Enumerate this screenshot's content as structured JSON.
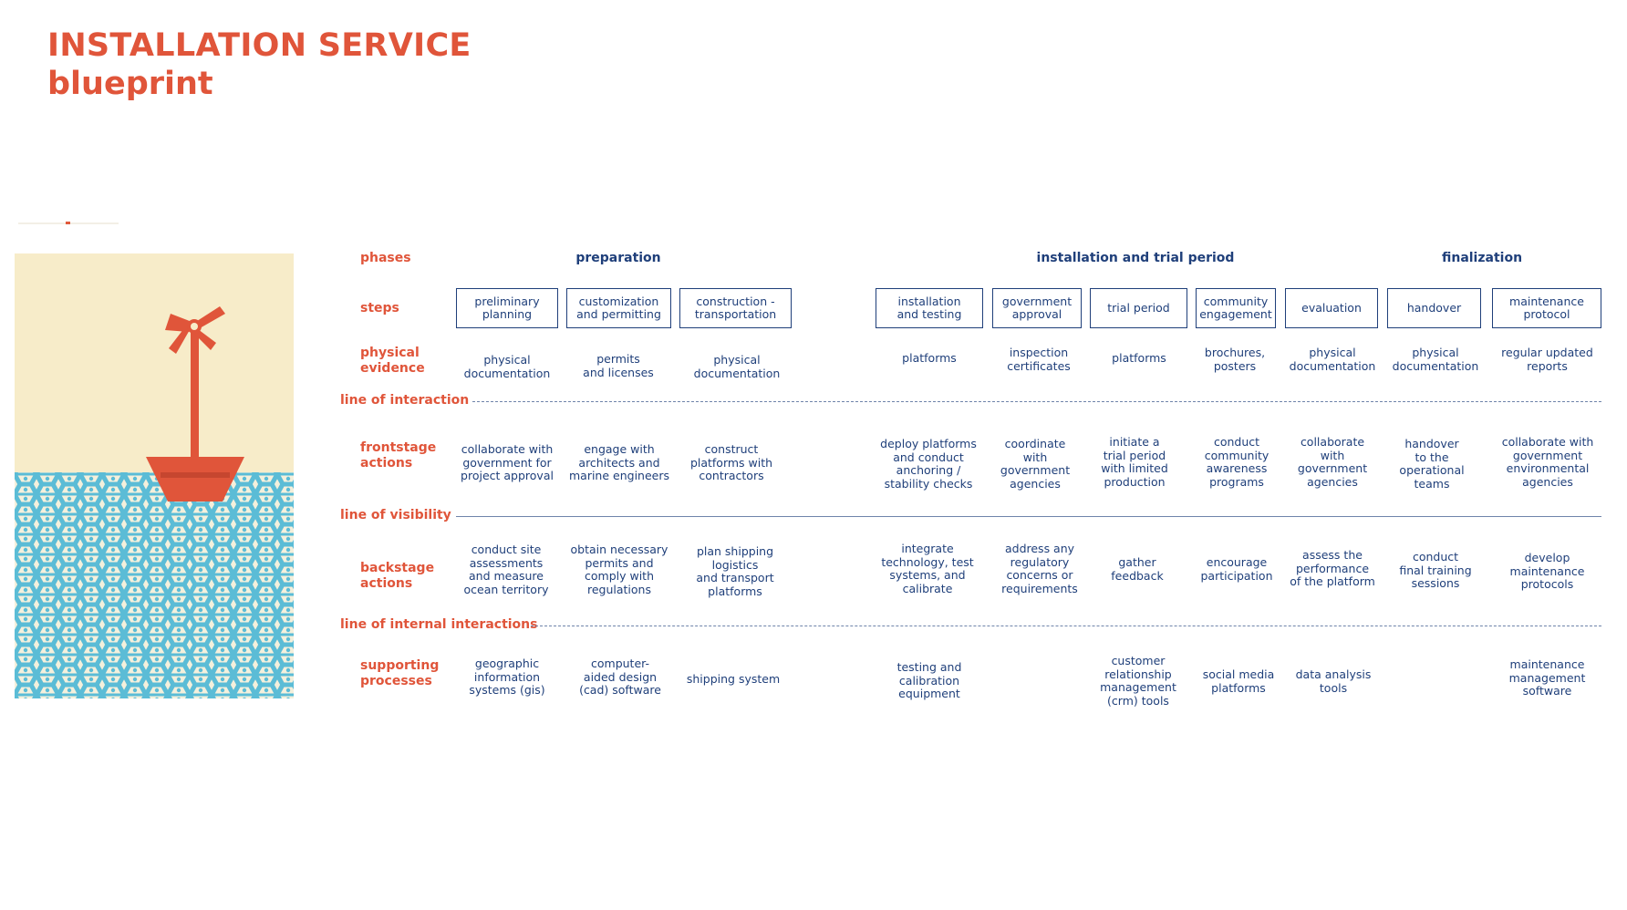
{
  "header": {
    "title_line1": "INSTALLATION SERVICE",
    "title_line2": "blueprint"
  },
  "rows": {
    "phases": "phases",
    "steps": "steps",
    "physical_evidence": "physical\nevidence",
    "line_interaction": "line of interaction",
    "frontstage": "frontstage\nactions",
    "line_visibility": "line of visibility",
    "backstage": "backstage\nactions",
    "line_internal": "line of internal interactions",
    "supporting": "supporting\nprocesses"
  },
  "phases": [
    "preparation",
    "installation and trial period",
    "finalization"
  ],
  "steps": [
    "preliminary\nplanning",
    "customization\nand permitting",
    "construction -\ntransportation",
    "installation\nand testing",
    "government\napproval",
    "trial period",
    "community\nengagement",
    "evaluation",
    "handover",
    "maintenance\nprotocol"
  ],
  "physical_evidence": [
    "physical\ndocumentation",
    "permits\nand licenses",
    "physical\ndocumentation",
    "platforms",
    "inspection\ncertificates",
    "platforms",
    "brochures,\nposters",
    "physical\ndocumentation",
    "physical\ndocumentation",
    "regular updated\nreports"
  ],
  "frontstage": [
    "collaborate with\ngovernment for\nproject approval",
    "engage with\narchitects and\nmarine engineers",
    "construct\nplatforms with\ncontractors",
    "deploy platforms\nand conduct\nanchoring /\nstability checks",
    "coordinate\nwith\ngovernment\nagencies",
    "initiate a\ntrial period\nwith limited\nproduction",
    "conduct\ncommunity\nawareness\nprograms",
    "collaborate\nwith\ngovernment\nagencies",
    "handover\nto the\noperational\nteams",
    "collaborate with\ngovernment\nenvironmental\nagencies"
  ],
  "backstage": [
    "conduct site\nassessments\nand measure\nocean territory",
    "obtain necessary\npermits and\ncomply with\nregulations",
    "plan shipping\nlogistics\nand transport\nplatforms",
    "integrate\ntechnology, test\nsystems, and\ncalibrate",
    "address any\nregulatory\nconcerns or\nrequirements",
    "gather\nfeedback",
    "encourage\nparticipation",
    "assess the\nperformance\nof the platform",
    "conduct\nfinal training\nsessions",
    "develop\nmaintenance\nprotocols"
  ],
  "supporting": [
    "geographic\ninformation\nsystems (gis)",
    "computer-\naided design\n(cad) software",
    "shipping system",
    "testing and\ncalibration\nequipment",
    "",
    "customer\nrelationship\nmanagement\n(crm) tools",
    "social media\nplatforms",
    "data analysis\ntools",
    "",
    "maintenance\nmanagement\nsoftware"
  ],
  "colors": {
    "accent": "#e0553a",
    "text": "#1f3f7a",
    "sand": "#f7ecc9",
    "water": "#5bbcd6",
    "foam": "#f4f0dc"
  }
}
